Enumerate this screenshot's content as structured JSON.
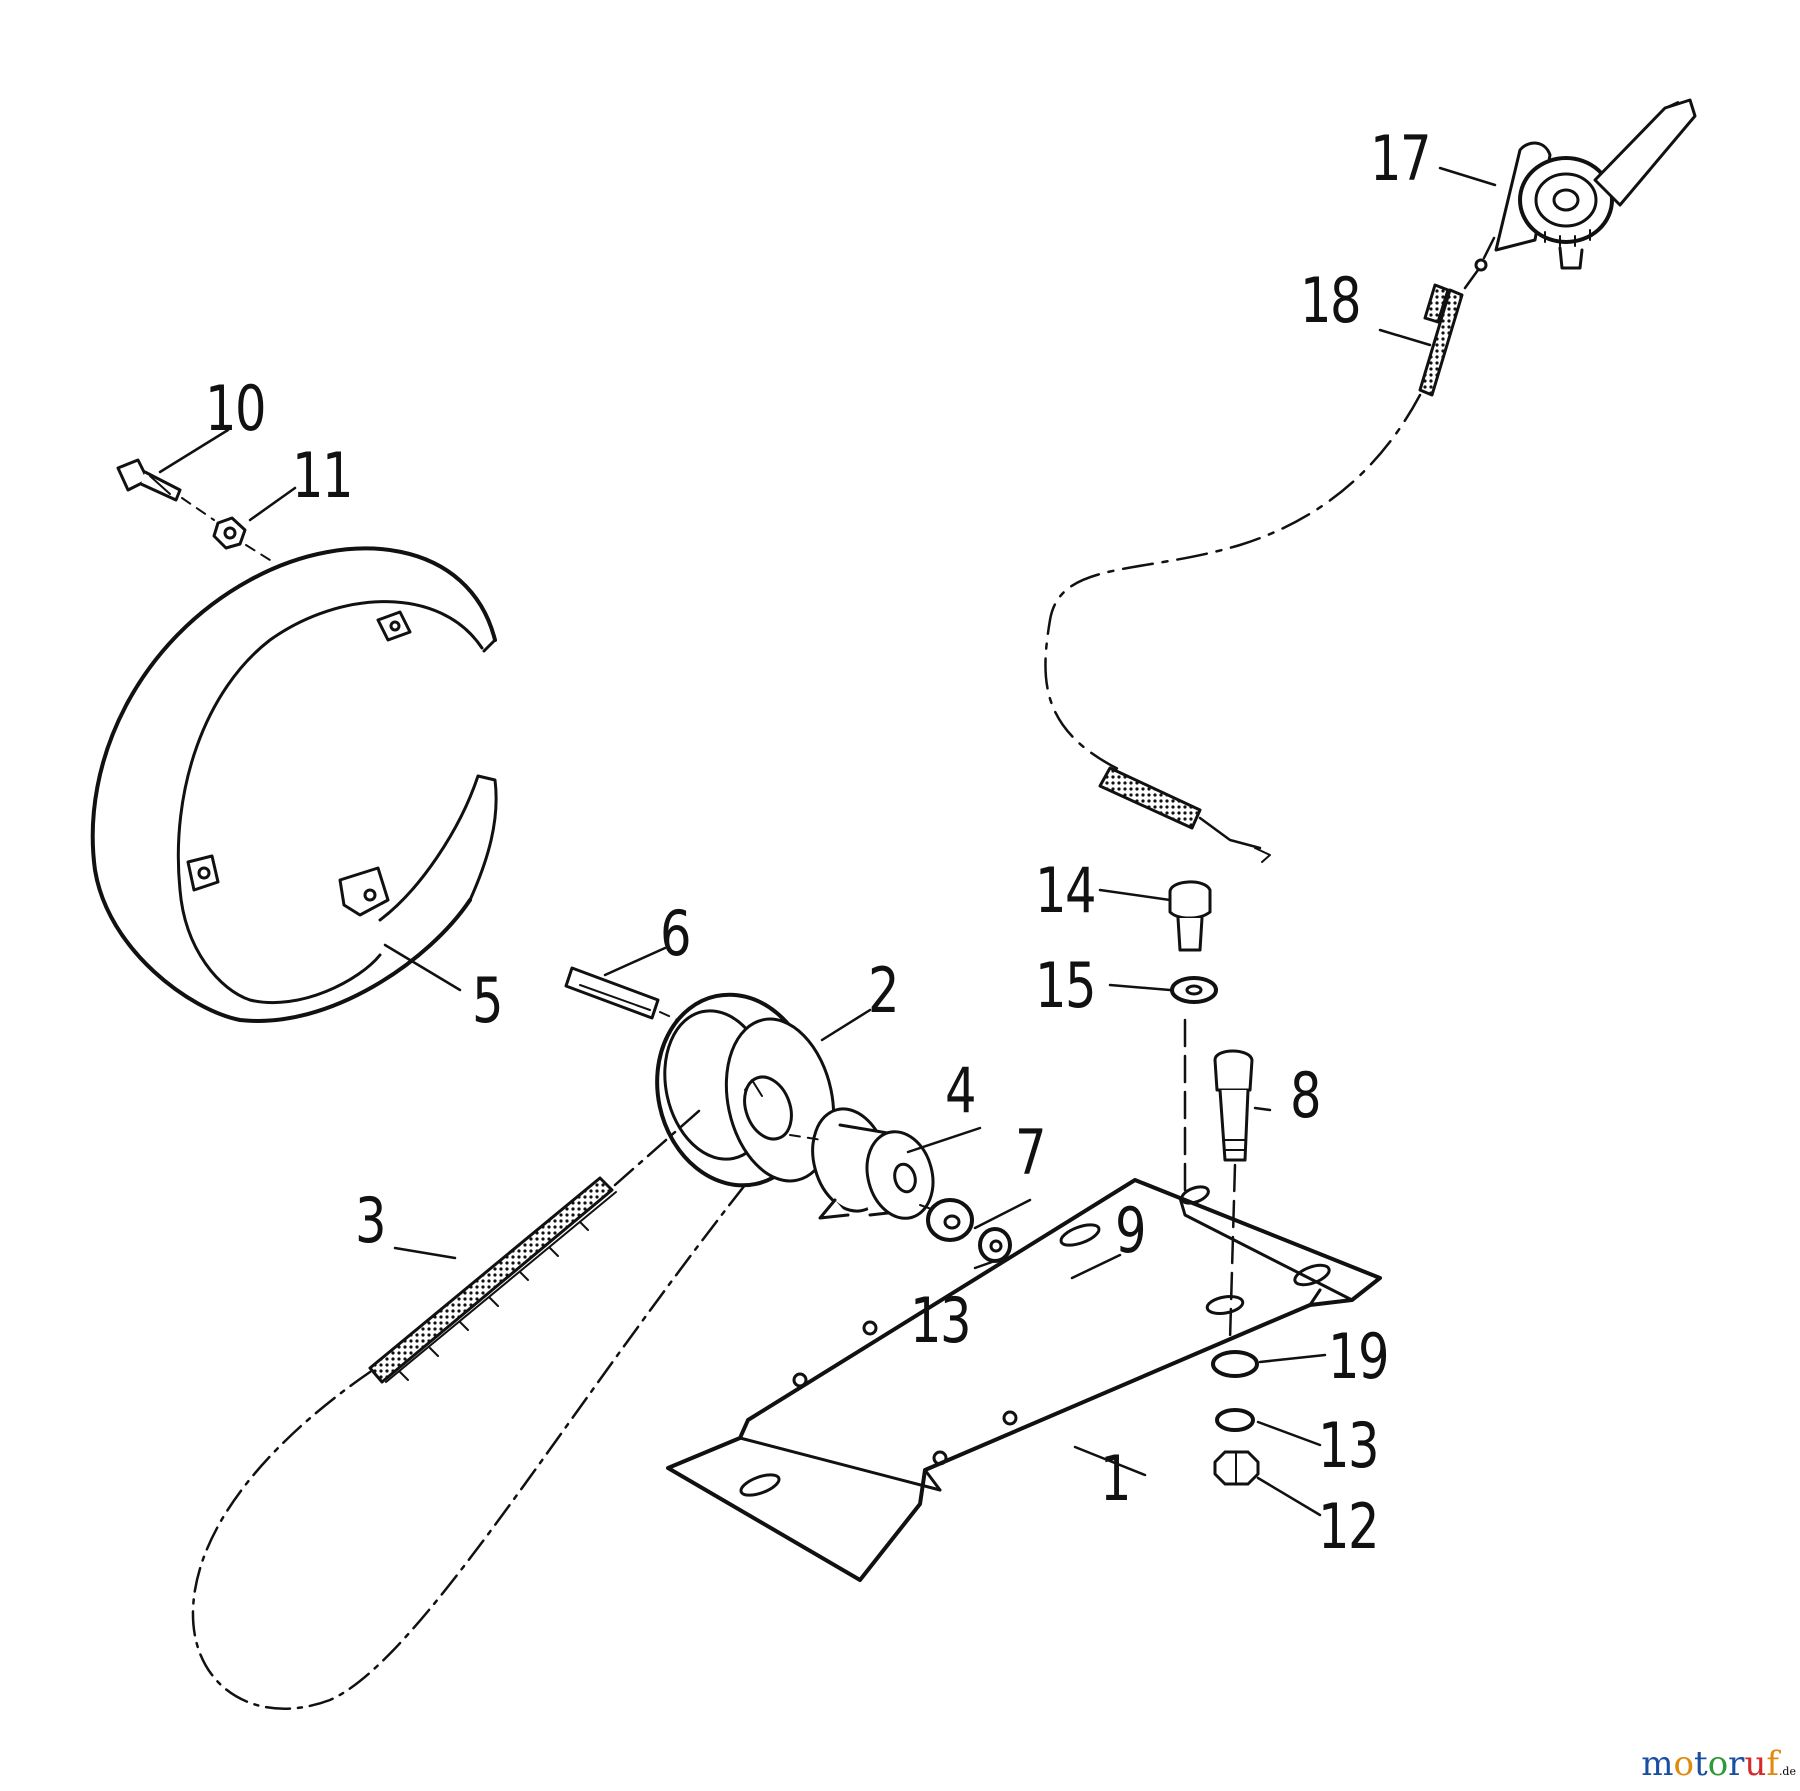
{
  "diagram": {
    "callouts": [
      {
        "id": "c1",
        "label": "1"
      },
      {
        "id": "c2",
        "label": "2"
      },
      {
        "id": "c3",
        "label": "3"
      },
      {
        "id": "c4",
        "label": "4"
      },
      {
        "id": "c5",
        "label": "5"
      },
      {
        "id": "c6",
        "label": "6"
      },
      {
        "id": "c7",
        "label": "7"
      },
      {
        "id": "c8",
        "label": "8"
      },
      {
        "id": "c9",
        "label": "9"
      },
      {
        "id": "c10",
        "label": "10"
      },
      {
        "id": "c11",
        "label": "11"
      },
      {
        "id": "c12",
        "label": "12"
      },
      {
        "id": "c13a",
        "label": "13"
      },
      {
        "id": "c13b",
        "label": "13"
      },
      {
        "id": "c14",
        "label": "14"
      },
      {
        "id": "c15",
        "label": "15"
      },
      {
        "id": "c17",
        "label": "17"
      },
      {
        "id": "c18",
        "label": "18"
      },
      {
        "id": "c19",
        "label": "19"
      }
    ]
  },
  "watermark": {
    "text": "motoruf",
    "suffix": ".de",
    "colors": [
      "#1a4fa0",
      "#e08a10",
      "#2e9a3a",
      "#d42a2a"
    ]
  },
  "style": {
    "line_color": "#111111",
    "background": "#ffffff"
  }
}
